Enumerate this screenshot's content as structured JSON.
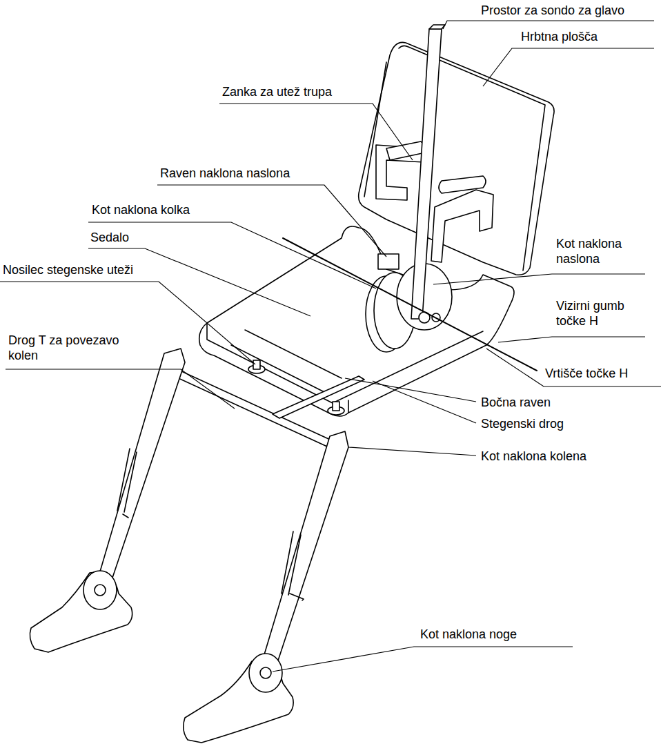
{
  "diagram": {
    "labels": [
      "Prostor za sondo za glavo",
      "Hrbtna plošča",
      "Zanka za utež trupa",
      "Raven naklona naslona",
      "Kot naklona kolka",
      "Sedalo",
      "Nosilec stegenske uteži",
      "Kot naklona naslona",
      "Vizirni gumb točke H",
      "Drog T za povezavo kolen",
      "Vrtišče točke H",
      "Bočna raven",
      "Stegenski drog",
      "Kot naklona kolena",
      "Kot naklona noge"
    ]
  }
}
